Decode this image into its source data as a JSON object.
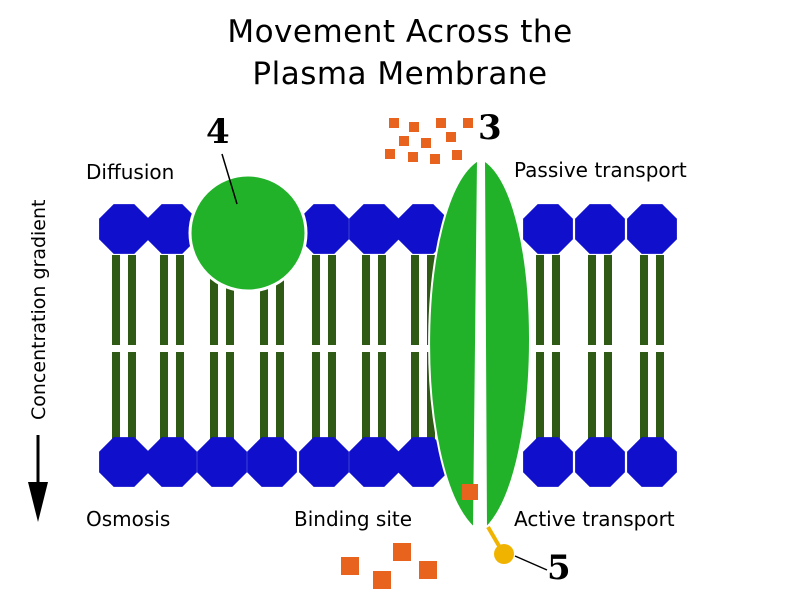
{
  "title": {
    "line1": "Movement Across the",
    "line2": "Plasma Membrane"
  },
  "labels": {
    "diffusion": "Diffusion",
    "passive_transport": "Passive transport",
    "osmosis": "Osmosis",
    "binding_site": "Binding site",
    "active_transport": "Active transport",
    "concentration_gradient": "Concentration gradient"
  },
  "numbers": {
    "n3": "3",
    "n4": "4",
    "n5": "5"
  },
  "colors": {
    "phospholipid_head": "#1010cc",
    "tail": "#2e5a16",
    "protein": "#22b22a",
    "solute": "#e8641e",
    "carrier": "#f0b400"
  }
}
